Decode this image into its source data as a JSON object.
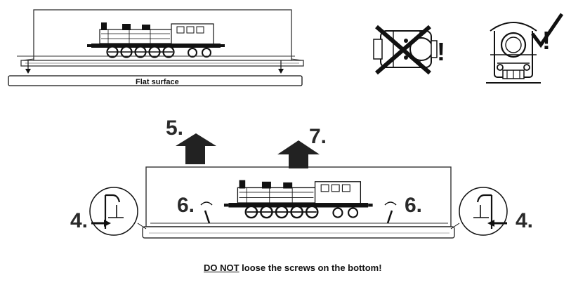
{
  "labels": {
    "flat_surface": "Flat surface",
    "step_4_left": "4.",
    "step_4_right": "4.",
    "step_5": "5.",
    "step_6_left": "6.",
    "step_6_right": "6.",
    "step_7": "7."
  },
  "warning": {
    "emphasis": "DO NOT",
    "text": " loose the screws on the bottom!"
  },
  "symbols": {
    "wrong_mark": "!",
    "right_mark": "!"
  },
  "icons": [
    "cross-icon",
    "checkmark-icon",
    "arrow-up-icon",
    "arrow-down-icon",
    "arrow-right-icon",
    "arrow-left-icon"
  ]
}
